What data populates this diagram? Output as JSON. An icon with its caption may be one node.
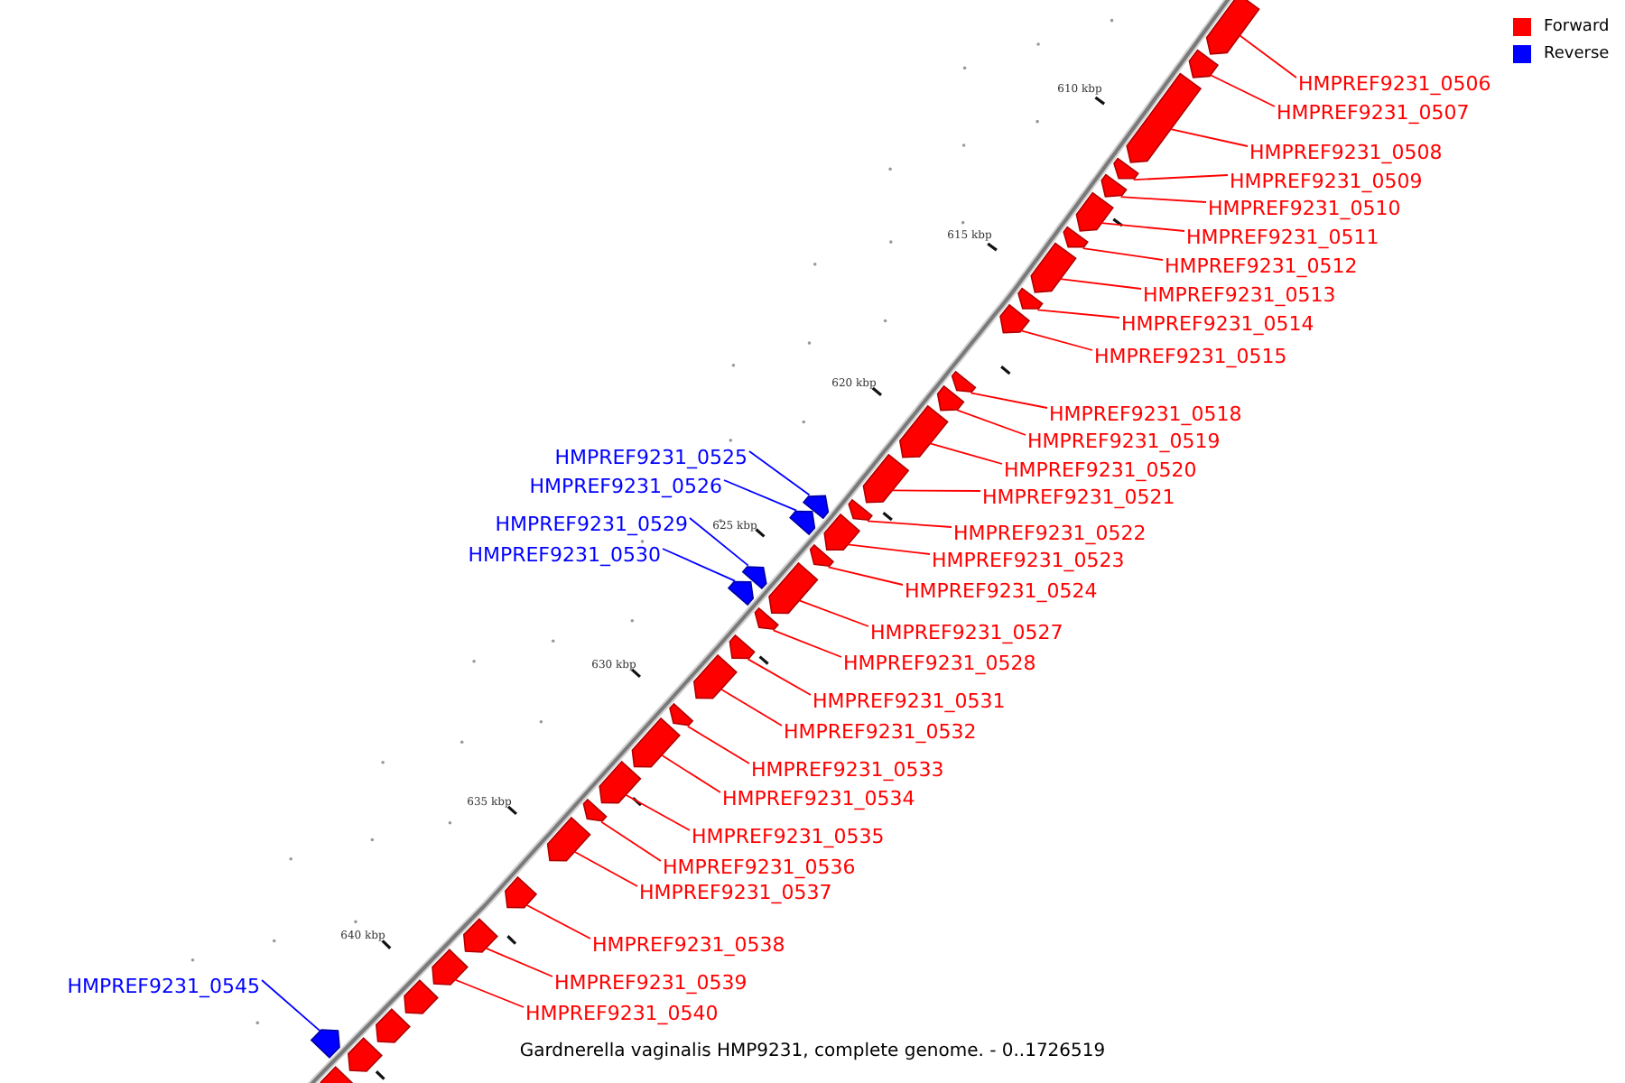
{
  "diagram": {
    "caption": "Gardnerella vaginalis HMP9231, complete genome. - 0..1726519",
    "nodes": [
      {
        "text": [
          "HMPREF9231_0506"
        ]
      },
      {
        "text": [],
        "shape": "arrow"
      },
      {
        "text": [
          "HMPREF9231_0507"
        ]
      },
      {
        "text": [],
        "shape": "arrow"
      },
      {
        "text": [
          "HMPREF9231_0508"
        ]
      },
      {
        "text": [],
        "shape": "arrow"
      },
      {
        "text": [
          "HMPREF9231_0509"
        ]
      },
      {
        "text": [],
        "shape": "arrow"
      },
      {
        "text": [
          "HMPREF9231_0510"
        ]
      },
      {
        "text": [],
        "shape": "arrow"
      },
      {
        "text": [
          "HMPREF9231_0511"
        ]
      },
      {
        "text": [],
        "shape": "arrow"
      },
      {
        "text": [
          "HMPREF9231_0512"
        ]
      },
      {
        "text": [],
        "shape": "arrow"
      },
      {
        "text": [
          "HMPREF9231_0513"
        ]
      },
      {
        "text": [],
        "shape": "arrow"
      },
      {
        "text": [
          "HMPREF9231_0514"
        ]
      },
      {
        "text": [],
        "shape": "arrow"
      },
      {
        "text": [
          "HMPREF9231_0515"
        ]
      },
      {
        "text": [],
        "shape": "arrow"
      },
      {
        "text": [
          "HMPREF9231_0518"
        ]
      },
      {
        "text": [],
        "shape": "arrow"
      },
      {
        "text": [
          "HMPREF9231_0519"
        ]
      },
      {
        "text": [],
        "shape": "arrow"
      },
      {
        "text": [
          "HMPREF9231_0525"
        ]
      },
      {
        "text": [],
        "shape": "arrow"
      },
      {
        "text": [
          "HMPREF9231_0520"
        ]
      },
      {
        "text": [],
        "shape": "arrow"
      },
      {
        "text": [
          "HMPREF9231_0526"
        ]
      },
      {
        "text": [],
        "shape": "arrow"
      },
      {
        "text": [
          "HMPREF9231_0521"
        ]
      },
      {
        "text": [],
        "shape": "arrow"
      },
      {
        "text": [
          "HMPREF9231_0529"
        ]
      },
      {
        "text": [],
        "shape": "arrow"
      },
      {
        "text": [
          "HMPREF9231_0522"
        ]
      },
      {
        "text": [],
        "shape": "arrow"
      },
      {
        "text": [
          "HMPREF9231_0530"
        ]
      },
      {
        "text": [],
        "shape": "arrow"
      },
      {
        "text": [
          "HMPREF9231_0523"
        ]
      },
      {
        "text": [],
        "shape": "arrow"
      },
      {
        "text": [
          "HMPREF9231_0524"
        ]
      },
      {
        "text": [],
        "shape": "arrow"
      },
      {
        "text": [
          "HMPREF9231_0527"
        ]
      },
      {
        "text": [],
        "shape": "arrow"
      },
      {
        "text": [
          "HMPREF9231_0528"
        ]
      },
      {
        "text": [],
        "shape": "arrow"
      },
      {
        "text": [
          "HMPREF9231_0531"
        ]
      },
      {
        "text": [],
        "shape": "arrow"
      },
      {
        "text": [
          "HMPREF9231_0532"
        ]
      },
      {
        "text": [],
        "shape": "arrow"
      },
      {
        "text": [
          "HMPREF9231_0533"
        ]
      },
      {
        "text": [],
        "shape": "arrow"
      },
      {
        "text": [
          "HMPREF9231_0534"
        ]
      },
      {
        "text": [],
        "shape": "arrow"
      },
      {
        "text": [
          "HMPREF9231_0535"
        ]
      },
      {
        "text": [],
        "shape": "arrow"
      },
      {
        "text": [
          "HMPREF9231_0536"
        ]
      },
      {
        "text": [],
        "shape": "arrow"
      },
      {
        "text": [
          "HMPREF9231_0537"
        ]
      },
      {
        "text": [],
        "shape": "arrow"
      },
      {
        "text": [
          "HMPREF9231_0538"
        ]
      },
      {
        "text": [],
        "shape": "arrow"
      },
      {
        "text": [
          "HMPREF9231_0539"
        ]
      },
      {
        "text": [],
        "shape": "arrow"
      },
      {
        "text": [
          "HMPREF9231_0545"
        ]
      },
      {
        "text": [],
        "shape": "arrow"
      },
      {
        "text": [
          "HMPREF9231_0540"
        ]
      },
      {
        "text": [],
        "shape": "arrow"
      },
      {
        "text": [],
        "shape": "arrow"
      },
      {
        "text": [],
        "shape": "arrow"
      },
      {
        "text": [],
        "shape": "arrow"
      },
      {
        "text": [],
        "shape": "arrow"
      }
    ],
    "edges": [
      {
        "from": 0,
        "to": 1,
        "arrow": "none"
      },
      {
        "from": 2,
        "to": 3,
        "arrow": "none"
      },
      {
        "from": 4,
        "to": 5,
        "arrow": "none"
      },
      {
        "from": 6,
        "to": 7,
        "arrow": "none"
      },
      {
        "from": 8,
        "to": 9,
        "arrow": "none"
      },
      {
        "from": 10,
        "to": 11,
        "arrow": "none"
      },
      {
        "from": 12,
        "to": 13,
        "arrow": "none"
      },
      {
        "from": 14,
        "to": 15,
        "arrow": "none"
      },
      {
        "from": 16,
        "to": 17,
        "arrow": "none"
      },
      {
        "from": 18,
        "to": 19,
        "arrow": "none"
      },
      {
        "from": 20,
        "to": 21,
        "arrow": "none"
      },
      {
        "from": 22,
        "to": 23,
        "arrow": "none"
      },
      {
        "from": 24,
        "to": 25,
        "arrow": "none",
        "color": "#0000ff"
      },
      {
        "from": 26,
        "to": 27,
        "arrow": "none"
      },
      {
        "from": 28,
        "to": 29,
        "arrow": "none",
        "color": "#0000ff"
      },
      {
        "from": 30,
        "to": 31,
        "arrow": "none"
      },
      {
        "from": 32,
        "to": 33,
        "arrow": "none",
        "color": "#0000ff"
      },
      {
        "from": 34,
        "to": 35,
        "arrow": "none"
      },
      {
        "from": 36,
        "to": 37,
        "arrow": "none",
        "color": "#0000ff"
      },
      {
        "from": 38,
        "to": 39,
        "arrow": "none"
      },
      {
        "from": 40,
        "to": 41,
        "arrow": "none"
      },
      {
        "from": 42,
        "to": 43,
        "arrow": "none"
      },
      {
        "from": 44,
        "to": 45,
        "arrow": "none"
      },
      {
        "from": 46,
        "to": 47,
        "arrow": "none"
      },
      {
        "from": 48,
        "to": 49,
        "arrow": "none"
      },
      {
        "from": 50,
        "to": 51,
        "arrow": "none"
      },
      {
        "from": 52,
        "to": 53,
        "arrow": "none"
      },
      {
        "from": 54,
        "to": 55,
        "arrow": "none"
      },
      {
        "from": 56,
        "to": 57,
        "arrow": "none"
      },
      {
        "from": 58,
        "to": 59,
        "arrow": "none"
      },
      {
        "from": 60,
        "to": 61,
        "arrow": "none"
      },
      {
        "from": 62,
        "to": 63,
        "arrow": "none"
      },
      {
        "from": 64,
        "to": 65,
        "arrow": "none",
        "color": "#0000ff"
      },
      {
        "from": 66,
        "to": 67,
        "arrow": "none"
      }
    ],
    "labels": [
      "610 kbp",
      "615 kbp",
      "620 kbp",
      "625 kbp",
      "630 kbp",
      "635 kbp",
      "640 kbp"
    ],
    "legend": [
      {
        "text": "Forward",
        "color": "#ff0000"
      },
      {
        "text": "Reverse",
        "color": "#0000ff"
      }
    ]
  }
}
